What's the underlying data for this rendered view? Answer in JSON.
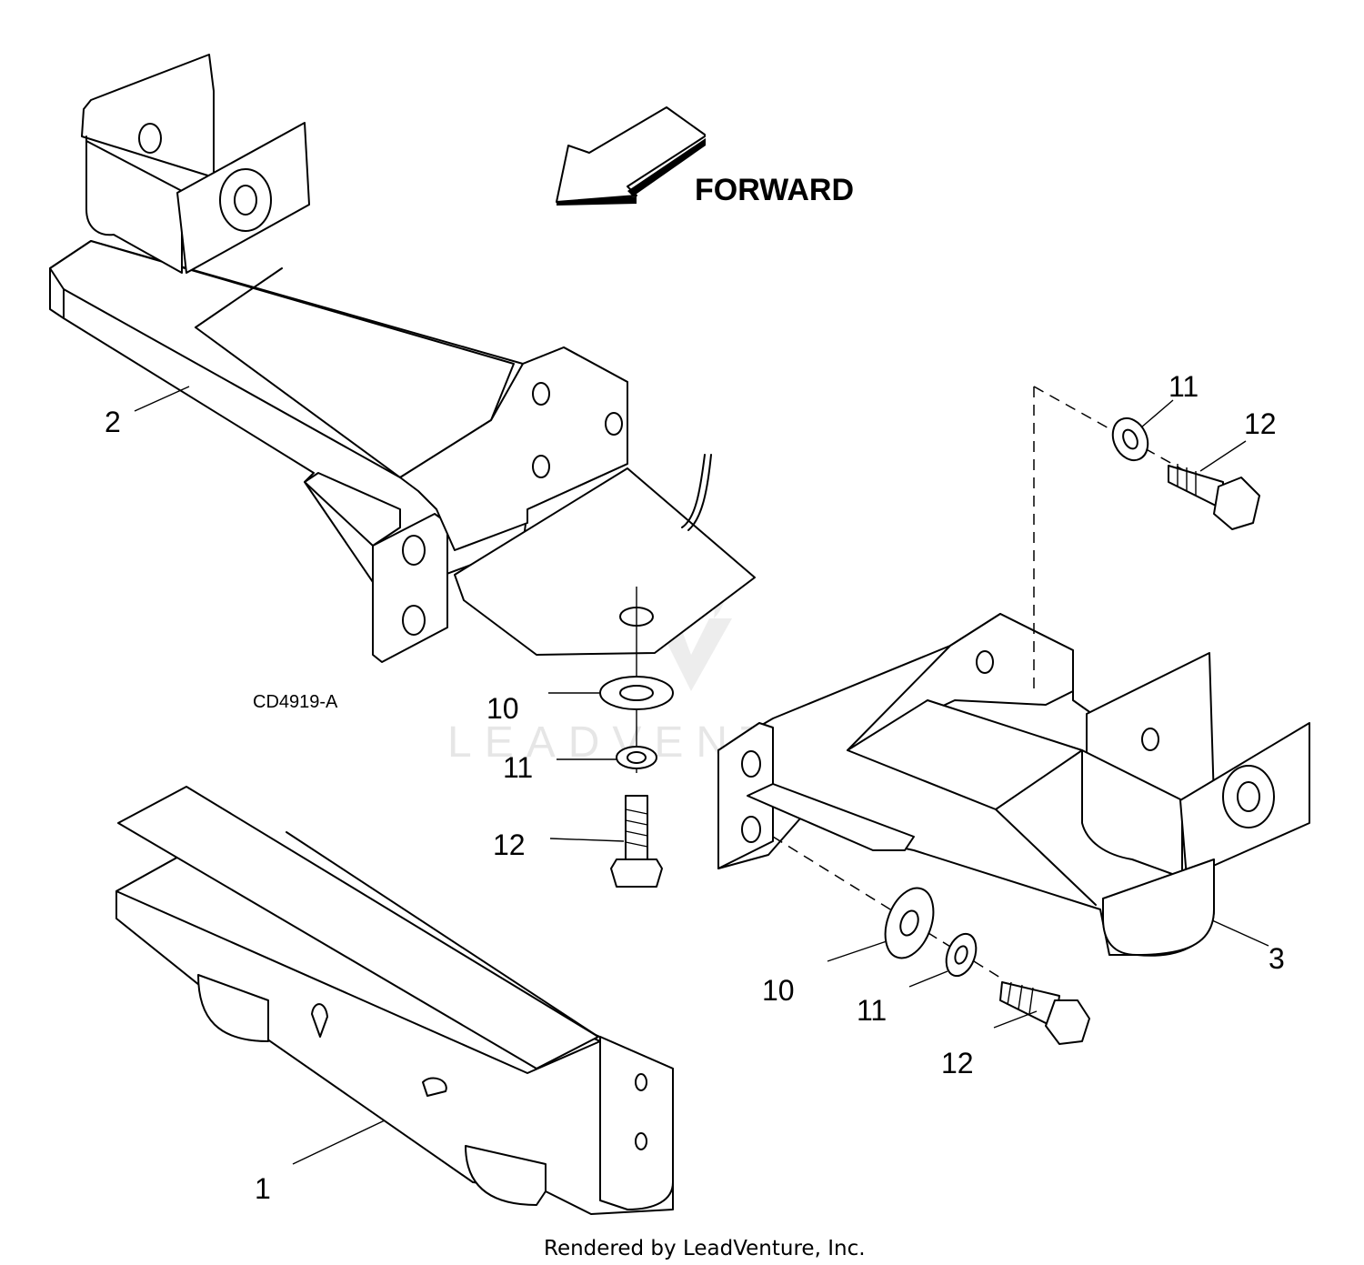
{
  "labels": {
    "forward": "FORWARD",
    "drawing_code": "CD4919-A",
    "watermark": "LEADVENTURE",
    "footer": "Rendered by LeadVenture, Inc."
  },
  "callouts": {
    "part_1": "1",
    "part_2": "2",
    "part_3": "3",
    "washer_10_center": "10",
    "lockwasher_11_center": "11",
    "bolt_12_center": "12",
    "lockwasher_11_top": "11",
    "bolt_12_top": "12",
    "washer_10_lower": "10",
    "lockwasher_11_lower": "11",
    "bolt_12_lower": "12"
  },
  "colors": {
    "line": "#000000",
    "background": "#ffffff",
    "watermark": "#c9c9c9"
  }
}
